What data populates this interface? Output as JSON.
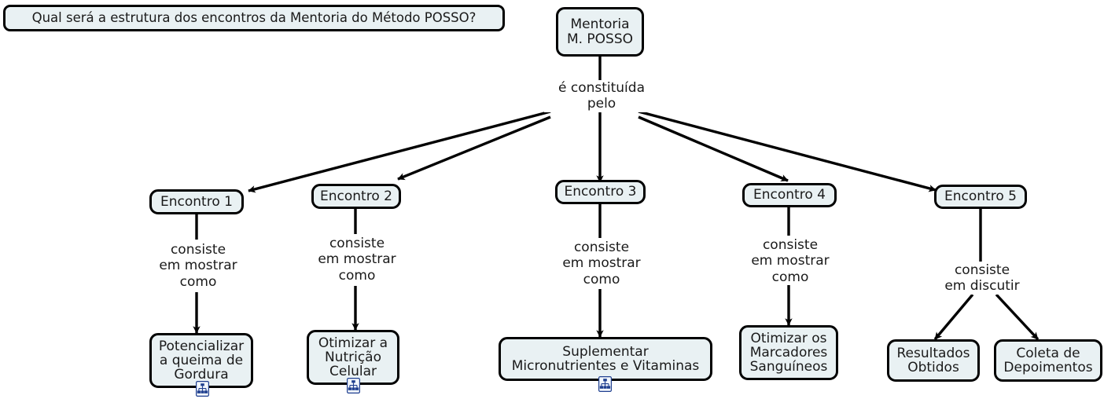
{
  "diagram": {
    "title": "Mentoria do Metodo POSSO - estrutura dos encontros",
    "colors": {
      "node_fill": "#e9f1f3",
      "node_border": "#000000",
      "text": "#1a1a1a",
      "background": "#ffffff",
      "icon_accent": "#1f3f8f"
    },
    "focus_question": {
      "text": "Qual será a estrutura dos encontros da Mentoria do Método POSSO?"
    },
    "nodes": [
      {
        "id": "root",
        "text": "Mentoria\nM. POSSO",
        "icon": null
      },
      {
        "id": "encontro1",
        "text": "Encontro 1",
        "icon": null
      },
      {
        "id": "encontro2",
        "text": "Encontro 2",
        "icon": null
      },
      {
        "id": "encontro3",
        "text": "Encontro 3",
        "icon": null
      },
      {
        "id": "encontro4",
        "text": "Encontro 4",
        "icon": null
      },
      {
        "id": "encontro5",
        "text": "Encontro 5",
        "icon": null
      },
      {
        "id": "gordura",
        "text": "Potencializar\na queima de\nGordura",
        "icon": "submap-icon"
      },
      {
        "id": "nutricao",
        "text": "Otimizar a\nNutrição\nCelular",
        "icon": "submap-icon"
      },
      {
        "id": "suplementar",
        "text": "Suplementar\nMicronutrientes e Vitaminas",
        "icon": "submap-icon"
      },
      {
        "id": "marcadores",
        "text": "Otimizar os\nMarcadores\nSanguíneos",
        "icon": null
      },
      {
        "id": "resultados",
        "text": "Resultados\nObtidos",
        "icon": null
      },
      {
        "id": "depoimentos",
        "text": "Coleta de\nDepoimentos",
        "icon": null
      }
    ],
    "edge_labels": [
      {
        "id": "l_root",
        "text": "é constituída\npelo"
      },
      {
        "id": "l_enc1",
        "text": "consiste\nem mostrar\ncomo"
      },
      {
        "id": "l_enc2",
        "text": "consiste\nem mostrar\ncomo"
      },
      {
        "id": "l_enc3",
        "text": "consiste\nem mostrar\ncomo"
      },
      {
        "id": "l_enc4",
        "text": "consiste\nem mostrar\ncomo"
      },
      {
        "id": "l_enc5",
        "text": "consiste\nem discutir"
      }
    ]
  }
}
